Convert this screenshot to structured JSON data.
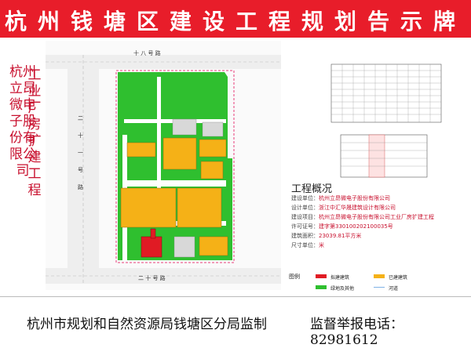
{
  "banner": {
    "title": "杭州钱塘区建设工程规划告示牌"
  },
  "side": {
    "company": "杭州立昂微电子股份有限公司",
    "project": "工业厂房扩建工程"
  },
  "plan": {
    "road_north": "十 八 号 路",
    "road_south": "二 十 号 路",
    "road_west": "二 十 一 号 路"
  },
  "info": {
    "title": "工程概况",
    "rows": [
      {
        "k": "建设单位：",
        "v": "杭州立昂微电子股份有限公司"
      },
      {
        "k": "设计单位：",
        "v": "浙江中汇华晟建筑设计有限公司"
      },
      {
        "k": "建设项目：",
        "v": "杭州立昂微电子股份有限公司工业厂房扩建工程"
      },
      {
        "k": "许可证号：",
        "v": "建字第330100202100035号"
      },
      {
        "k": "建筑面积：",
        "v": "23039.81平方米"
      },
      {
        "k": "尺寸单位：",
        "v": "米"
      }
    ]
  },
  "legend": {
    "title": "图例",
    "items": [
      {
        "label": "拟建建筑",
        "color": "#e01b24"
      },
      {
        "label": "已建建筑",
        "color": "#f5b117"
      },
      {
        "label": "绿地及其他",
        "color": "#2fbf2f"
      },
      {
        "label": "河道",
        "color": "#7fb2e5"
      }
    ]
  },
  "footer": {
    "left": "杭州市规划和自然资源局钱塘区分局监制",
    "right": "监督举报电话：82981612"
  },
  "colors": {
    "banner": "#e81d2a",
    "accent": "#c8102e"
  }
}
